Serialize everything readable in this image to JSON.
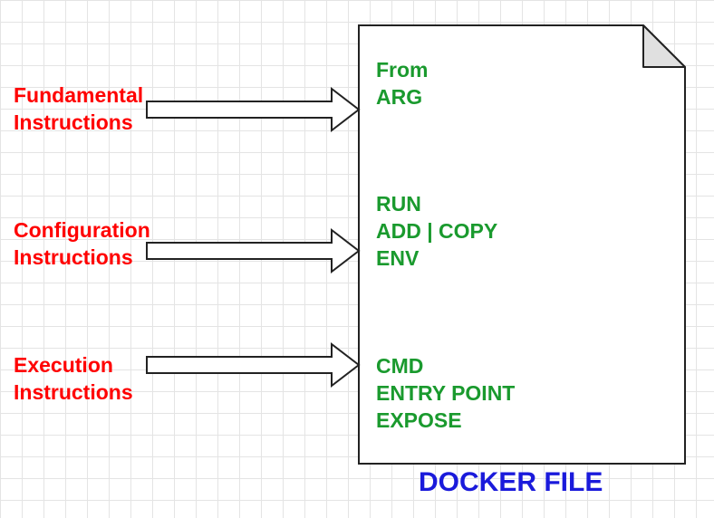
{
  "groups": [
    {
      "category_line1": "Fundamental",
      "category_line2": "Instructions",
      "items": [
        "From",
        "ARG"
      ]
    },
    {
      "category_line1": "Configuration",
      "category_line2": "Instructions",
      "items": [
        "RUN",
        "ADD | COPY",
        "ENV"
      ]
    },
    {
      "category_line1": "Execution",
      "category_line2": "Instructions",
      "items": [
        "CMD",
        "ENTRY POINT",
        "EXPOSE"
      ]
    }
  ],
  "document_caption": "DOCKER FILE",
  "colors": {
    "category_text": "#ff0000",
    "instruction_text": "#1a9a2e",
    "caption_text": "#1a1adb",
    "outline": "#222222",
    "fold_fill": "#e0e0e0",
    "grid": "#e4e4e4"
  }
}
